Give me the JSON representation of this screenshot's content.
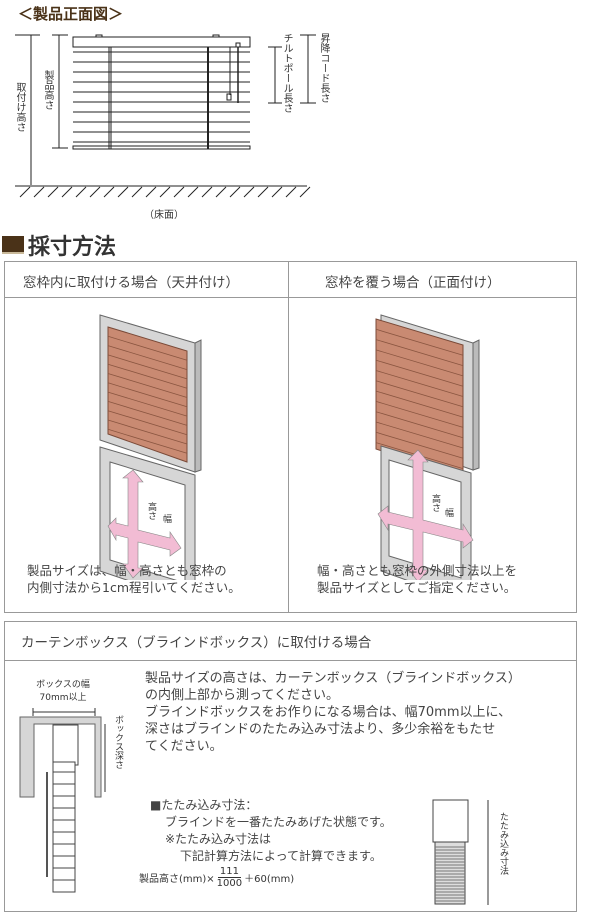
{
  "front_view": {
    "title": "＜製品正面図＞",
    "label_mount_height": "取付け高さ",
    "label_product_height": "製品高さ",
    "label_tilt_pole": "チルトポール長さ",
    "label_lift_cord": "昇降コード長さ",
    "label_floor": "（床面）"
  },
  "measuring": {
    "title": "採寸方法",
    "inside": {
      "header": "窓枠内に取付ける場合（天井付け）",
      "height_label": "高さ",
      "width_label": "幅",
      "text_line1": "製品サイズは、幅・高さとも窓枠の",
      "text_line2": "内側寸法から1cm程引いてください。"
    },
    "outside": {
      "header": "窓枠を覆う場合（正面付け）",
      "height_label": "高さ",
      "width_label": "幅",
      "text_line1": "幅・高さとも窓枠の外側寸法以上を",
      "text_line2": "製品サイズとしてご指定ください。"
    }
  },
  "curtain_box": {
    "header": "カーテンボックス（ブラインドボックス）に取付ける場合",
    "box_width_label1": "ボックスの幅",
    "box_width_label2": "70mm以上",
    "box_depth_label": "ボックス深さ",
    "text_lines": [
      "製品サイズの高さは、カーテンボックス（ブラインドボックス）",
      "の内側上部から測ってください。",
      "ブラインドボックスをお作りになる場合は、幅70mm以上に、",
      "深さはブラインドのたたみ込み寸法より、多少余裕をもたせ",
      "てください。"
    ],
    "stack_title": "■たたみ込み寸法：",
    "stack_line1": "ブラインドを一番たたみあげた状態です。",
    "stack_line2": "※たたみ込み寸法は",
    "stack_line3": "下記計算方法によって計算できます。",
    "formula_prefix": "製品高さ(mm)×",
    "formula_num": "111",
    "formula_den": "1000",
    "formula_suffix": "＋60(mm)",
    "stack_label": "たたみ込み寸法"
  },
  "colors": {
    "brand": "#4a3218",
    "blind": "#c98a72",
    "arrow": "#f2bcd4",
    "frame": "#d6d6d6"
  }
}
